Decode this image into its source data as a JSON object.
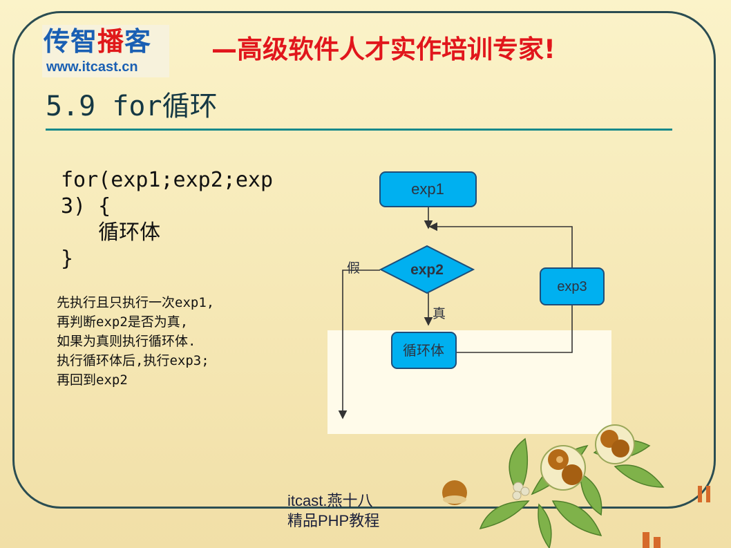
{
  "header": {
    "logo_cn_part1": "传智",
    "logo_cn_part2": "播",
    "logo_cn_part3": "客",
    "logo_url": "www.itcast.cn",
    "slogan": "—高级软件人才实作培训专家!"
  },
  "section": {
    "title": "5.9 for循环"
  },
  "code": {
    "line1": "for(exp1;exp2;exp",
    "line2": "3) {",
    "line3": "   循环体",
    "line4": "}"
  },
  "description": [
    "先执行且只执行一次exp1,",
    "再判断exp2是否为真,",
    "如果为真则执行循环体.",
    "执行循环体后,执行exp3;",
    "再回到exp2"
  ],
  "flowchart": {
    "exp1_label": "exp1",
    "exp2_label": "exp2",
    "exp3_label": "exp3",
    "body_label": "循环体",
    "false_label": "假",
    "true_label": "真",
    "node_fill": "#00b0f0",
    "node_stroke": "#1f4d78"
  },
  "footer": {
    "line1": "itcast.燕十八",
    "line2": "精品PHP教程"
  },
  "colors": {
    "frame": "#2b4d52",
    "slogan": "#e1161c",
    "title_rule": "#17898a",
    "logo_blue": "#1a5fb3",
    "logo_red": "#e0191a"
  },
  "decoration": {
    "image": "chestnut-leaves-illustration"
  }
}
